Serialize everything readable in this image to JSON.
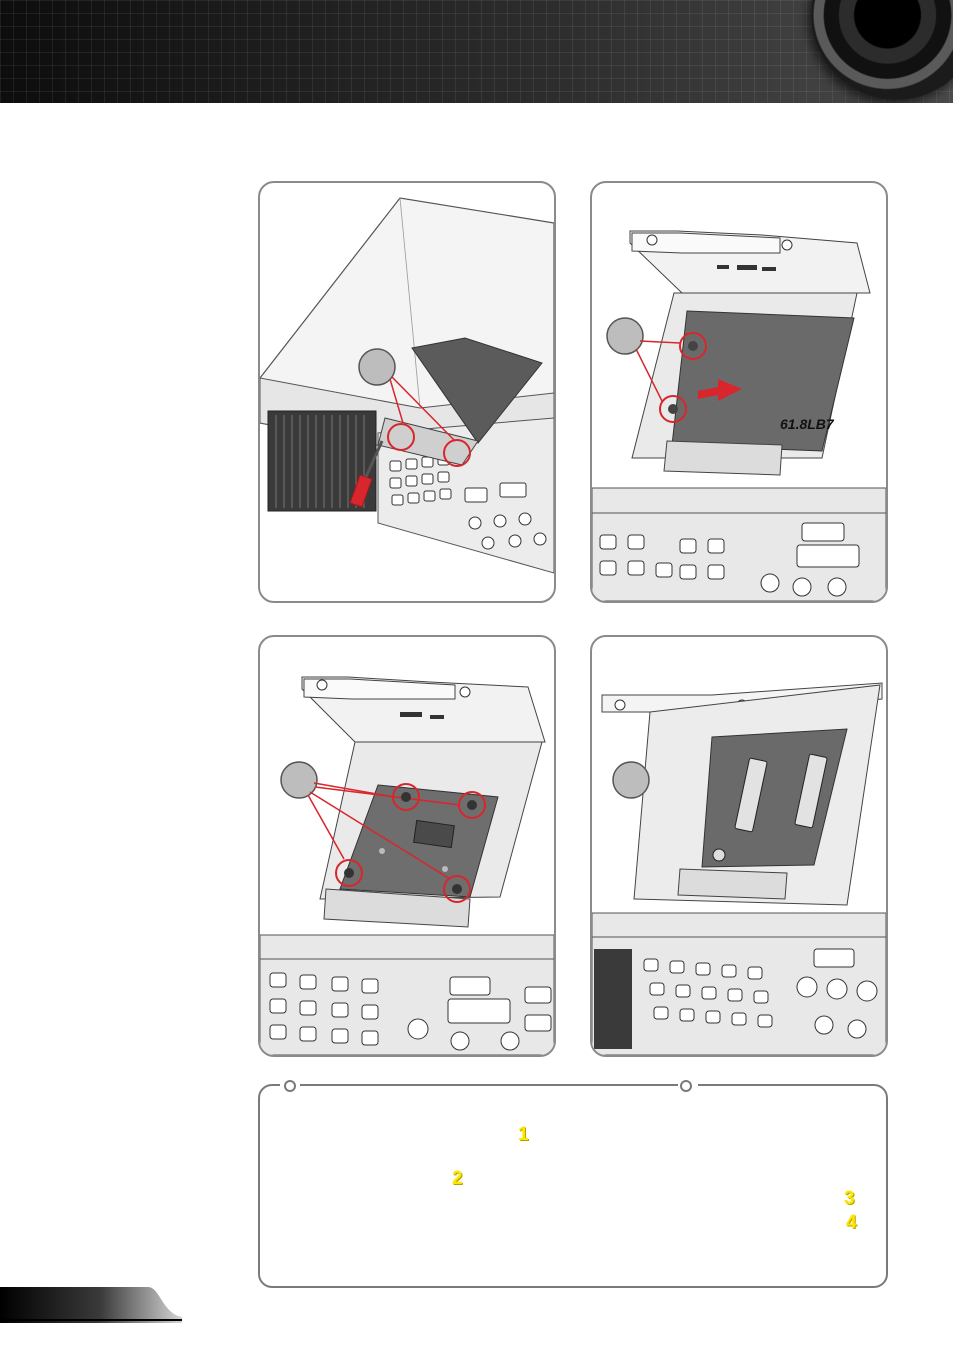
{
  "header": {
    "lens_icon": "projector-lens-icon"
  },
  "figures": {
    "fig1": {
      "callout": ""
    },
    "fig2": {
      "callout": "",
      "board_label": "61.8LB7"
    },
    "fig3": {
      "callout": ""
    },
    "fig4": {
      "callout": ""
    }
  },
  "instructions": {
    "step_markers": [
      "1",
      "2",
      "3",
      "4"
    ]
  },
  "colors": {
    "highlight": "#d8262c",
    "step_marker": "#ffe600",
    "frame": "#8a8a8a"
  }
}
